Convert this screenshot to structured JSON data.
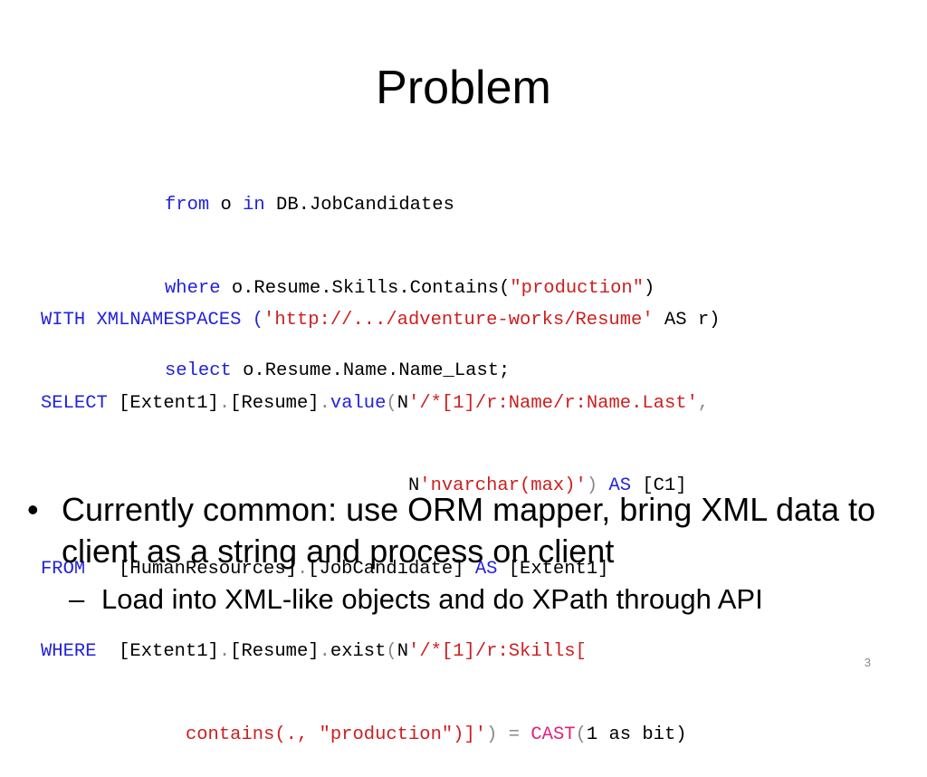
{
  "slide": {
    "title": "Problem",
    "page_number": "3"
  },
  "linq": {
    "line1": {
      "kw1": "from",
      "t1": " o ",
      "kw2": "in",
      "t2": " DB.JobCandidates"
    },
    "line2": {
      "kw1": "where",
      "t1": " o.Resume.Skills.Contains(",
      "s1": "\"production\"",
      "t2": ")"
    },
    "line3": {
      "kw1": "select",
      "t1": " o.Resume.Name.Name_Last;"
    }
  },
  "sql": {
    "line1": {
      "kw1": "WITH XMLNAMESPACES (",
      "s1": "'http://.../adventure-works/Resume'",
      "t1": " AS r)"
    },
    "line2": {
      "kw1": "SELECT",
      "t1": " [Extent1]",
      "o1": ".",
      "t2": "[Resume]",
      "o2": ".",
      "kw2": "value",
      "o3": "(",
      "t3": "N",
      "s1": "'/*[1]/r:Name/r:Name.Last'",
      "o4": ","
    },
    "line3": {
      "pad": "                                 ",
      "t1": "N",
      "s1": "'nvarchar(max)'",
      "o1": ")",
      "t2": " ",
      "kw1": "AS",
      "t3": " [C1]"
    },
    "line4": {
      "kw1": "FROM",
      "t1": "   [HumanResources]",
      "o1": ".",
      "t2": "[JobCandidate] ",
      "kw2": "AS",
      "t3": " [Extent1]"
    },
    "line5": {
      "kw1": "WHERE",
      "t1": "  [Extent1]",
      "o1": ".",
      "t2": "[Resume]",
      "o2": ".",
      "t3": "exist",
      "o3": "(",
      "t4": "N",
      "s1": "'/*[1]/r:Skills["
    },
    "line6": {
      "pad": "             ",
      "s1": "contains(., \"production\")]'",
      "o1": ")",
      "t1": " ",
      "o2": "=",
      "t2": " ",
      "fn1": "CAST",
      "o3": "(",
      "t3": "1 as bit)"
    }
  },
  "bullets": {
    "main": {
      "marker": "•",
      "text": "Currently common: use ORM mapper, bring XML data to client as a string and process on client"
    },
    "sub": {
      "marker": "–",
      "text": "Load into XML-like objects and do XPath through API"
    }
  }
}
